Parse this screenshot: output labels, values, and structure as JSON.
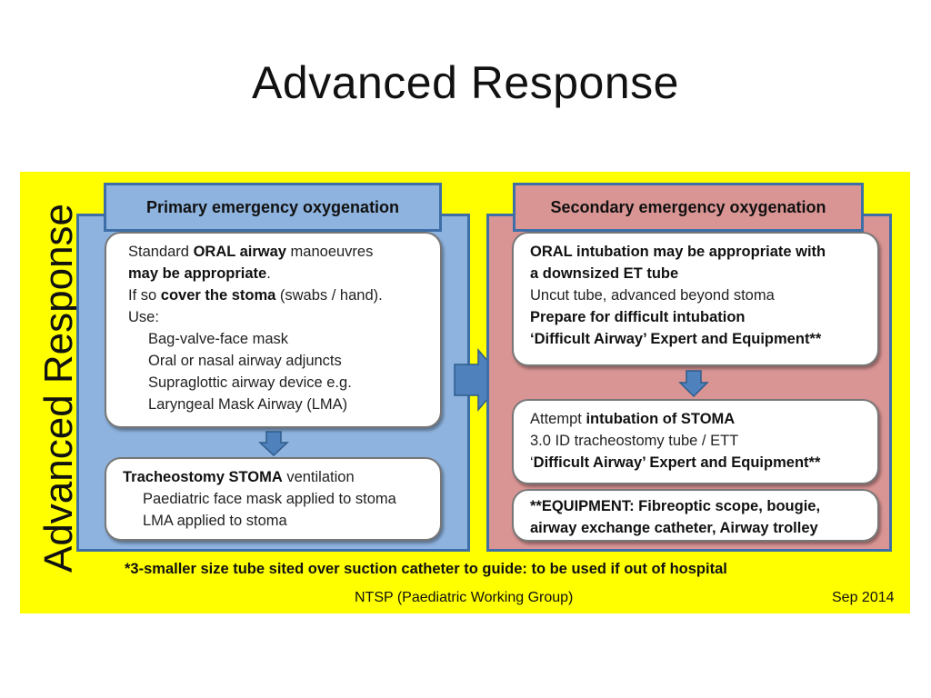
{
  "title": "Advanced Response",
  "vertical_title": "Advanced Response",
  "primary": {
    "header": "Primary emergency oxygenation",
    "box1": {
      "line1_a": "Standard ",
      "line1_b": "ORAL airway",
      "line1_c": " manoeuvres",
      "line2_a": "may be appropriate",
      "line2_b": ".",
      "line3_a": "If so ",
      "line3_b": "cover the stoma",
      "line3_c": " (swabs / hand).",
      "line4": "Use:",
      "items": [
        "Bag-valve-face mask",
        "Oral or nasal airway adjuncts",
        "Supraglottic airway device e.g.",
        "Laryngeal Mask Airway (LMA)"
      ]
    },
    "box2": {
      "line1_a": "Tracheostomy STOMA",
      "line1_b": " ventilation",
      "items": [
        "Paediatric face mask applied to stoma",
        "LMA applied to stoma"
      ]
    }
  },
  "secondary": {
    "header": "Secondary emergency oxygenation",
    "box1": {
      "line1": "ORAL intubation may be appropriate with",
      "line2": "a downsized ET tube",
      "line3": "Uncut tube, advanced beyond stoma",
      "line4": "Prepare for difficult intubation",
      "line5": "‘Difficult Airway’ Expert and Equipment**"
    },
    "box2": {
      "line1_a": "Attempt ",
      "line1_b": "intubation of STOMA",
      "line2": "3.0 ID tracheostomy tube / ETT",
      "line3_a": "‘",
      "line3_b": "Difficult Airway’ Expert and Equipment**"
    },
    "box3": {
      "line1": "**EQUIPMENT: Fibreoptic scope, bougie,",
      "line2": "airway exchange catheter, Airway trolley"
    }
  },
  "footnote": "*3-smaller size tube sited over suction catheter to guide: to be used if out of hospital",
  "credit": "NTSP (Paediatric Working Group)",
  "date": "Sep 2014",
  "colors": {
    "background_yellow": "#ffff00",
    "primary_blue": "#8eb3de",
    "secondary_pink": "#d99594",
    "border_blue": "#3e6ea8",
    "arrow_blue": "#4f81bd"
  },
  "icons": [
    "down-arrow",
    "right-arrow"
  ]
}
